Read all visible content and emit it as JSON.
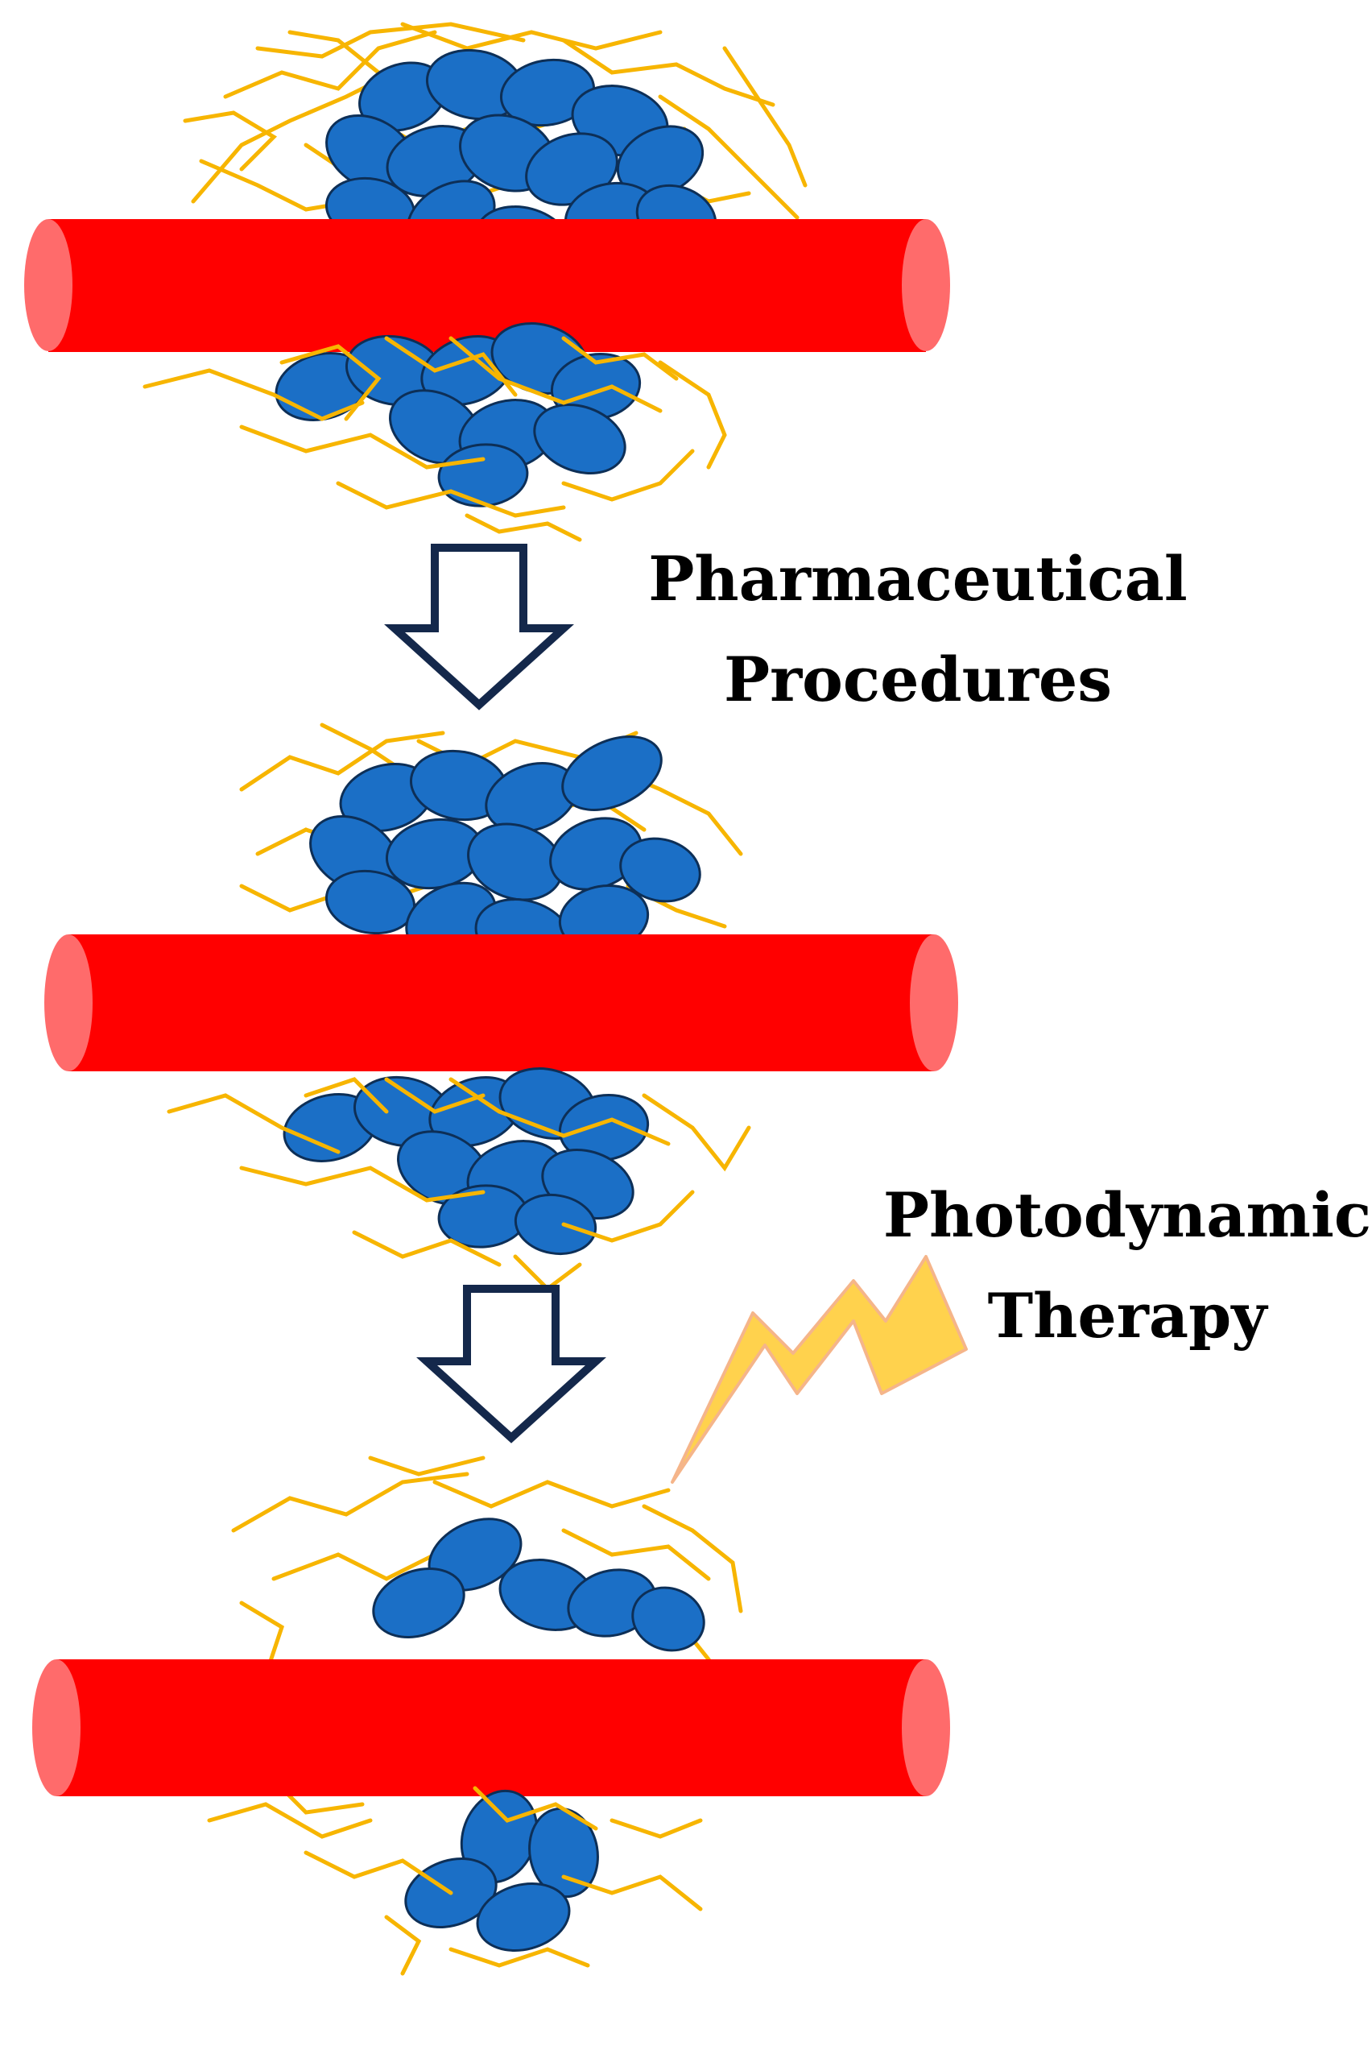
{
  "labels": {
    "step1_line1": "Pharmaceutical",
    "step1_line2": "Procedures",
    "step2_line1": "Photodynamic",
    "step2_line2": "Therapy"
  },
  "stages": [
    {
      "name": "untreated",
      "relative_cell_density": "high"
    },
    {
      "name": "after-pharmaceutical-procedures",
      "relative_cell_density": "high"
    },
    {
      "name": "after-photodynamic-therapy",
      "relative_cell_density": "low"
    }
  ],
  "colors": {
    "vessel": "#ff0000",
    "vessel_cap": "#ff6b6b",
    "cell_fill": "#1b6fc6",
    "cell_stroke": "#0d2f57",
    "fiber": "#f7b500",
    "arrow_stroke": "#14284b",
    "lightning_fill": "#ffd24d",
    "lightning_stroke": "#f5b58a"
  },
  "icons": {
    "arrow": "down-arrow-icon",
    "lightning": "lightning-bolt-icon"
  }
}
